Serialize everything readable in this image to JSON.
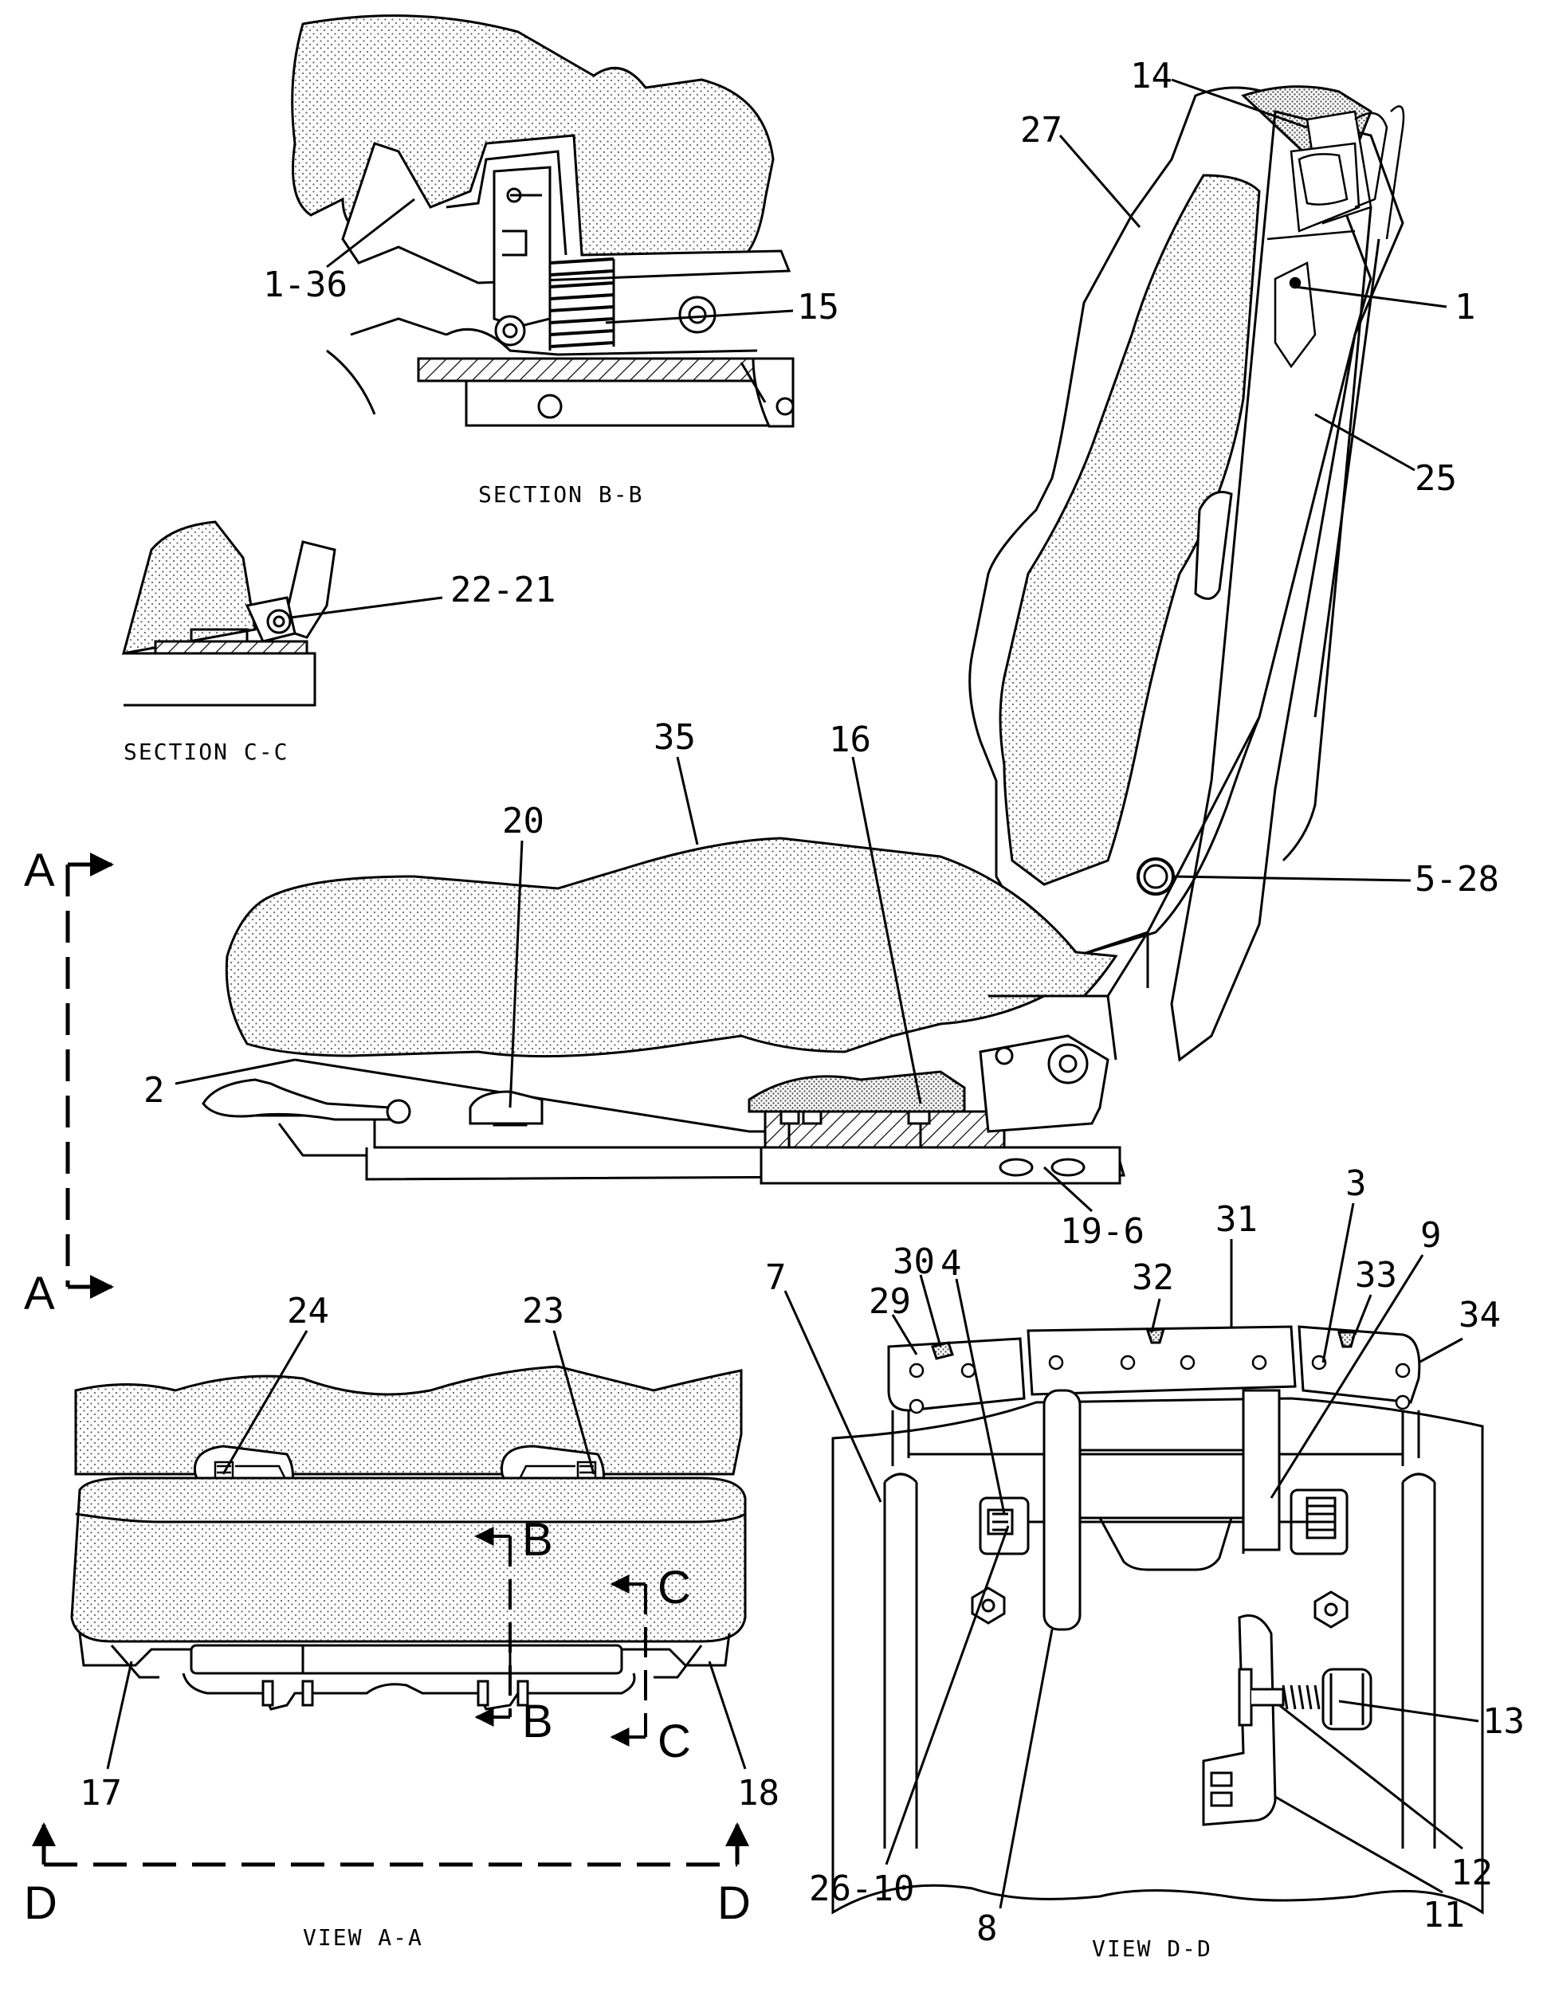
{
  "colors": {
    "ink": "#000000",
    "paper": "#ffffff",
    "stipple": "#6b6b6b",
    "hatch": "#000000"
  },
  "captions": {
    "section_bb": "SECTION B-B",
    "section_cc": "SECTION C-C",
    "view_aa": "VIEW A-A",
    "view_dd": "VIEW D-D"
  },
  "view_markers": {
    "A_top": "A",
    "A_bottom": "A",
    "B_top": "B",
    "B_bottom": "B",
    "C_top": "C",
    "C_bottom": "C",
    "D_left": "D",
    "D_right": "D"
  },
  "callouts": {
    "c1_36": "1-36",
    "c15": "15",
    "c14": "14",
    "c27": "27",
    "c1": "1",
    "c25": "25",
    "c22_21": "22-21",
    "c35": "35",
    "c20": "20",
    "c16": "16",
    "c5_28": "5-28",
    "c2": "2",
    "c19_6": "19-6",
    "c24": "24",
    "c23": "23",
    "c17": "17",
    "c18": "18",
    "c7": "7",
    "c29": "29",
    "c30": "30",
    "c4": "4",
    "c32": "32",
    "c31": "31",
    "c3": "3",
    "c33": "33",
    "c9": "9",
    "c34": "34",
    "c13": "13",
    "c26_10": "26-10",
    "c8": "8",
    "c12": "12",
    "c11": "11"
  }
}
